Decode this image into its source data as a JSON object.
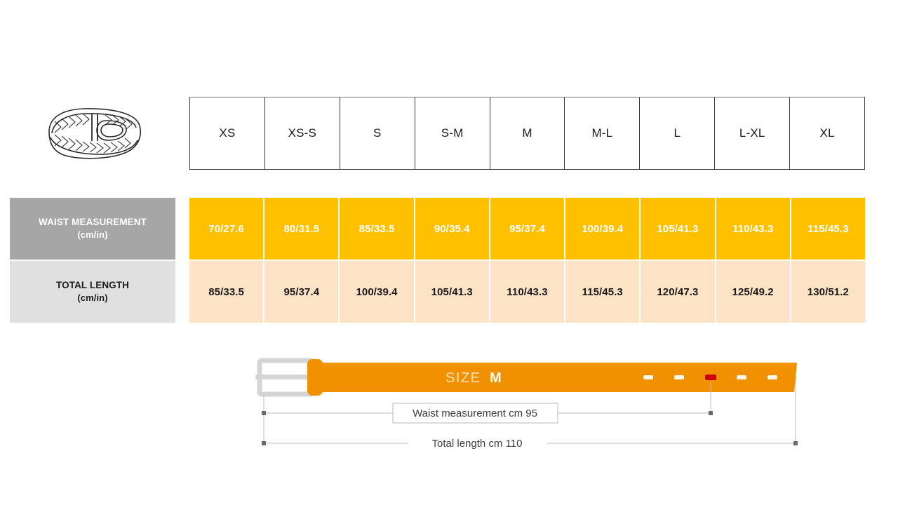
{
  "product_icon": {
    "name": "braided-belt-illustration"
  },
  "size_table": {
    "sizes": [
      "XS",
      "XS-S",
      "S",
      "S-M",
      "M",
      "M-L",
      "L",
      "L-XL",
      "XL"
    ]
  },
  "measurements": {
    "rows": [
      {
        "label": "WAIST MEASUREMENT",
        "unit": "(cm/in)",
        "values": [
          "70/27.6",
          "80/31.5",
          "85/33.5",
          "90/35.4",
          "95/37.4",
          "100/39.4",
          "105/41.3",
          "110/43.3",
          "115/45.3"
        ]
      },
      {
        "label": "TOTAL LENGTH",
        "unit": "(cm/in)",
        "values": [
          "85/33.5",
          "95/37.4",
          "100/39.4",
          "105/41.3",
          "110/43.3",
          "115/45.3",
          "120/47.3",
          "125/49.2",
          "130/51.2"
        ]
      }
    ]
  },
  "belt_diagram": {
    "size_label": "SIZE",
    "size_value": "M",
    "waist_dimension": "Waist measurement cm 95",
    "total_dimension": "Total length cm 110",
    "holes_count": 5,
    "highlighted_hole_index": 3
  },
  "colors": {
    "amber": "#FFC000",
    "peach": "#FCE3C6",
    "gray_label": "#A6A6A6",
    "light_gray_label": "#E0E0E0",
    "belt_orange": "#F19100",
    "buckle_silver": "#D8D8D8",
    "hole_highlight": "#CC0000"
  }
}
